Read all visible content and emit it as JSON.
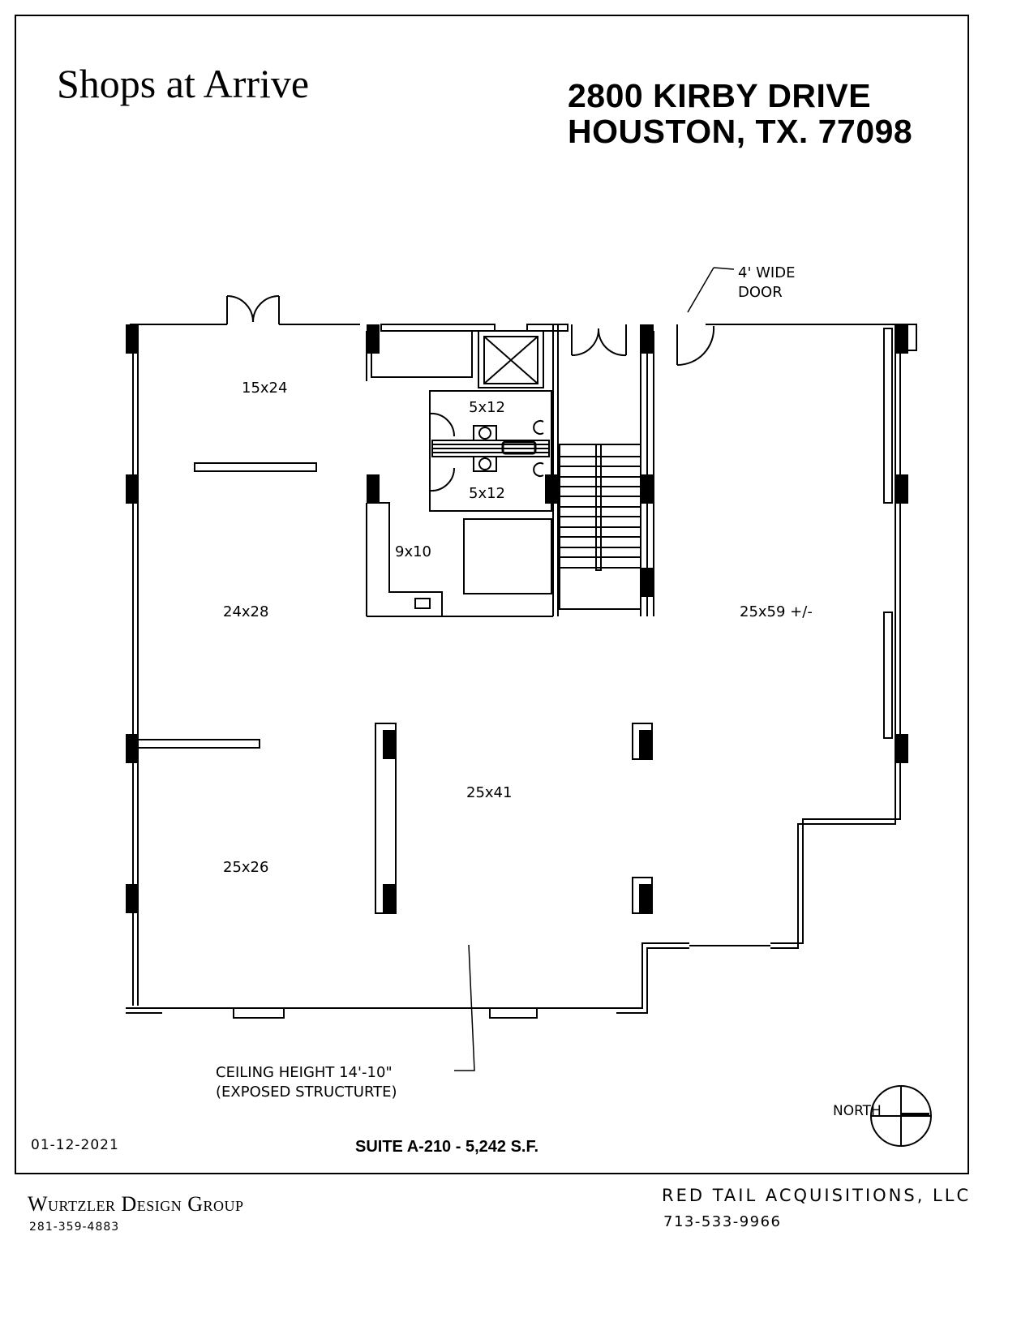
{
  "header": {
    "title": "Shops at Arrive",
    "address_line1": "2800 KIRBY DRIVE",
    "address_line2": "HOUSTON, TX. 77098"
  },
  "plan": {
    "rooms": [
      {
        "label": "15x24"
      },
      {
        "label": "24x28"
      },
      {
        "label": "25x26"
      },
      {
        "label": "25x41"
      },
      {
        "label": "25x59 +/-"
      },
      {
        "label": "5x12"
      },
      {
        "label": "5x12"
      },
      {
        "label": "9x10"
      }
    ],
    "annotations": {
      "door_note_line1": "4' WIDE",
      "door_note_line2": "DOOR",
      "ceiling_line1": "CEILING HEIGHT 14'-10\"",
      "ceiling_line2": "(EXPOSED STRUCTURTE)"
    },
    "north_arrow": {
      "label": "NORTH",
      "icon": "north-arrow-icon"
    }
  },
  "footer": {
    "date": "01-12-2021",
    "suite": "SUITE A-210 - 5,242 S.F.",
    "designer": "Wurtzler Design Group",
    "designer_phone": "281-359-4883",
    "owner": "RED TAIL ACQUISITIONS, LLC",
    "owner_phone": "713-533-9966"
  }
}
